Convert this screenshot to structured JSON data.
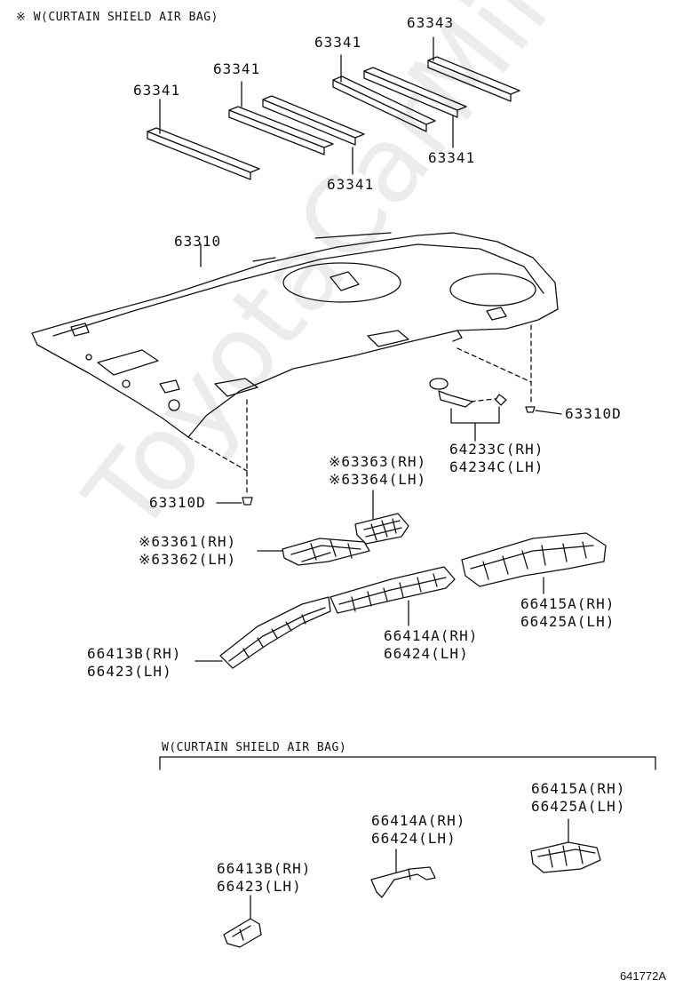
{
  "notes": {
    "top": "※ W(CURTAIN SHIELD AIR BAG)",
    "section": "W(CURTAIN SHIELD AIR BAG)"
  },
  "watermark": "ToyotaCarMine.ru",
  "figure_code": "641772A",
  "labels": {
    "pad_a": "63341",
    "pad_b": "63341",
    "pad_c": "63341",
    "pad_d": "63341",
    "pad_e": "63341",
    "pad_f": "63343",
    "headliner": "63310",
    "clip_right": "63310D",
    "clip_left": "63310D",
    "holder_rh": "64233C(RH)",
    "holder_lh": "64234C(LH)",
    "duct_mid_rh": "※63363(RH)",
    "duct_mid_lh": "※63364(LH)",
    "duct_front_rh": "※63361(RH)",
    "duct_front_lh": "※63362(LH)",
    "rear_rh": "66415A(RH)",
    "rear_lh": "66425A(LH)",
    "center_rh": "66414A(RH)",
    "center_lh": "66424(LH)",
    "front_rh": "66413B(RH)",
    "front_lh": "66423(LH)",
    "sec_rear_rh": "66415A(RH)",
    "sec_rear_lh": "66425A(LH)",
    "sec_center_rh": "66414A(RH)",
    "sec_center_lh": "66424(LH)",
    "sec_front_rh": "66413B(RH)",
    "sec_front_lh": "66423(LH)"
  }
}
